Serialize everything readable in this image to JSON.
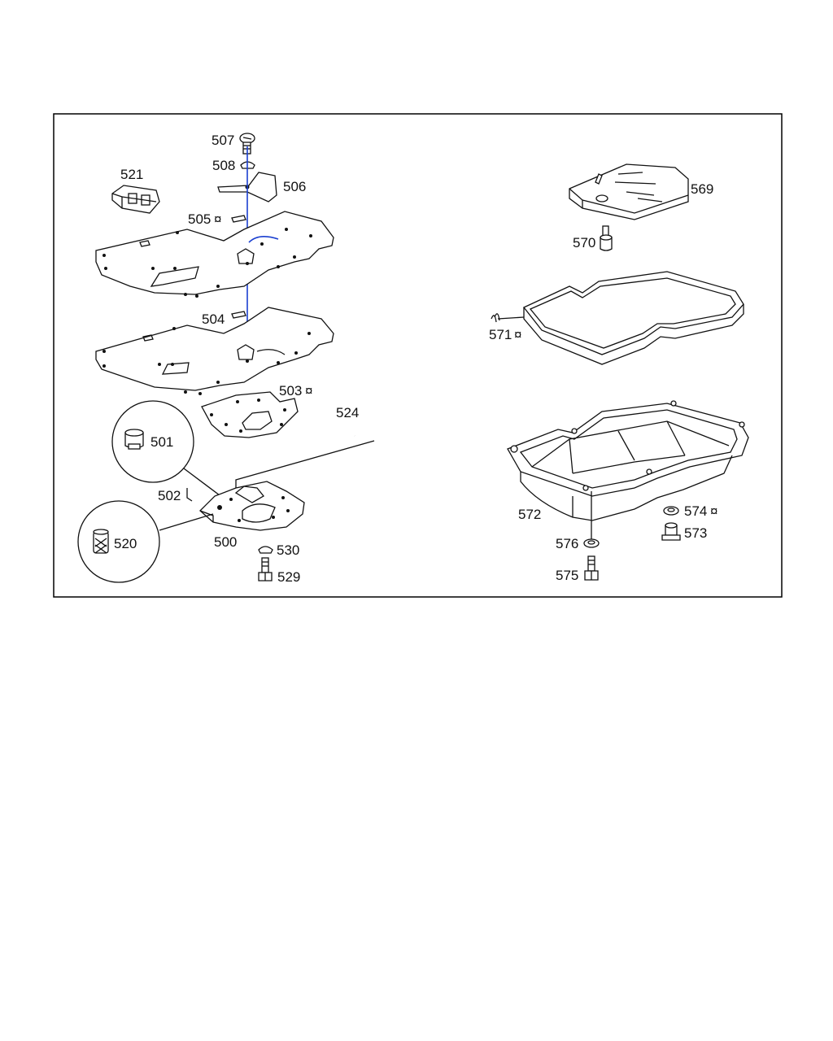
{
  "diagram": {
    "frame_color": "#000000",
    "accent_color": "#1a3fd0",
    "parts": {
      "p500": "500",
      "p501": "501",
      "p502": "502",
      "p503": "503",
      "p504": "504",
      "p505": "505",
      "p506": "506",
      "p507": "507",
      "p508": "508",
      "p520": "520",
      "p521": "521",
      "p524": "524",
      "p529": "529",
      "p530": "530",
      "p569": "569",
      "p570": "570",
      "p571": "571",
      "p572": "572",
      "p573": "573",
      "p574": "574",
      "p575": "575",
      "p576": "576"
    },
    "marker_symbol": "¤"
  }
}
